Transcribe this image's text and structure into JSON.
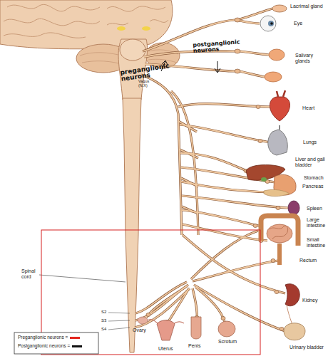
{
  "diagram": {
    "labels": [
      "Lacrimal gland",
      "Eye",
      "Salivary glands",
      "postganglionic neurons",
      "preganglionic neurons",
      "Vagus (N.X)",
      "Heart",
      "Lungs",
      "Liver and gall bladder",
      "Stomach",
      "Pancreas",
      "Spleen",
      "Large intestine",
      "Small intestine",
      "Rectum",
      "Spinal cord",
      "S2",
      "S3",
      "S4",
      "Kidney",
      "Ovary",
      "Uterus",
      "Penis",
      "Scrotum",
      "Urinary bladder"
    ],
    "legend": [
      {
        "text": "Preganglionic neurons =",
        "color": "#e3261f"
      },
      {
        "text": "Postganglionic neurons =",
        "color": "#111111"
      }
    ]
  }
}
